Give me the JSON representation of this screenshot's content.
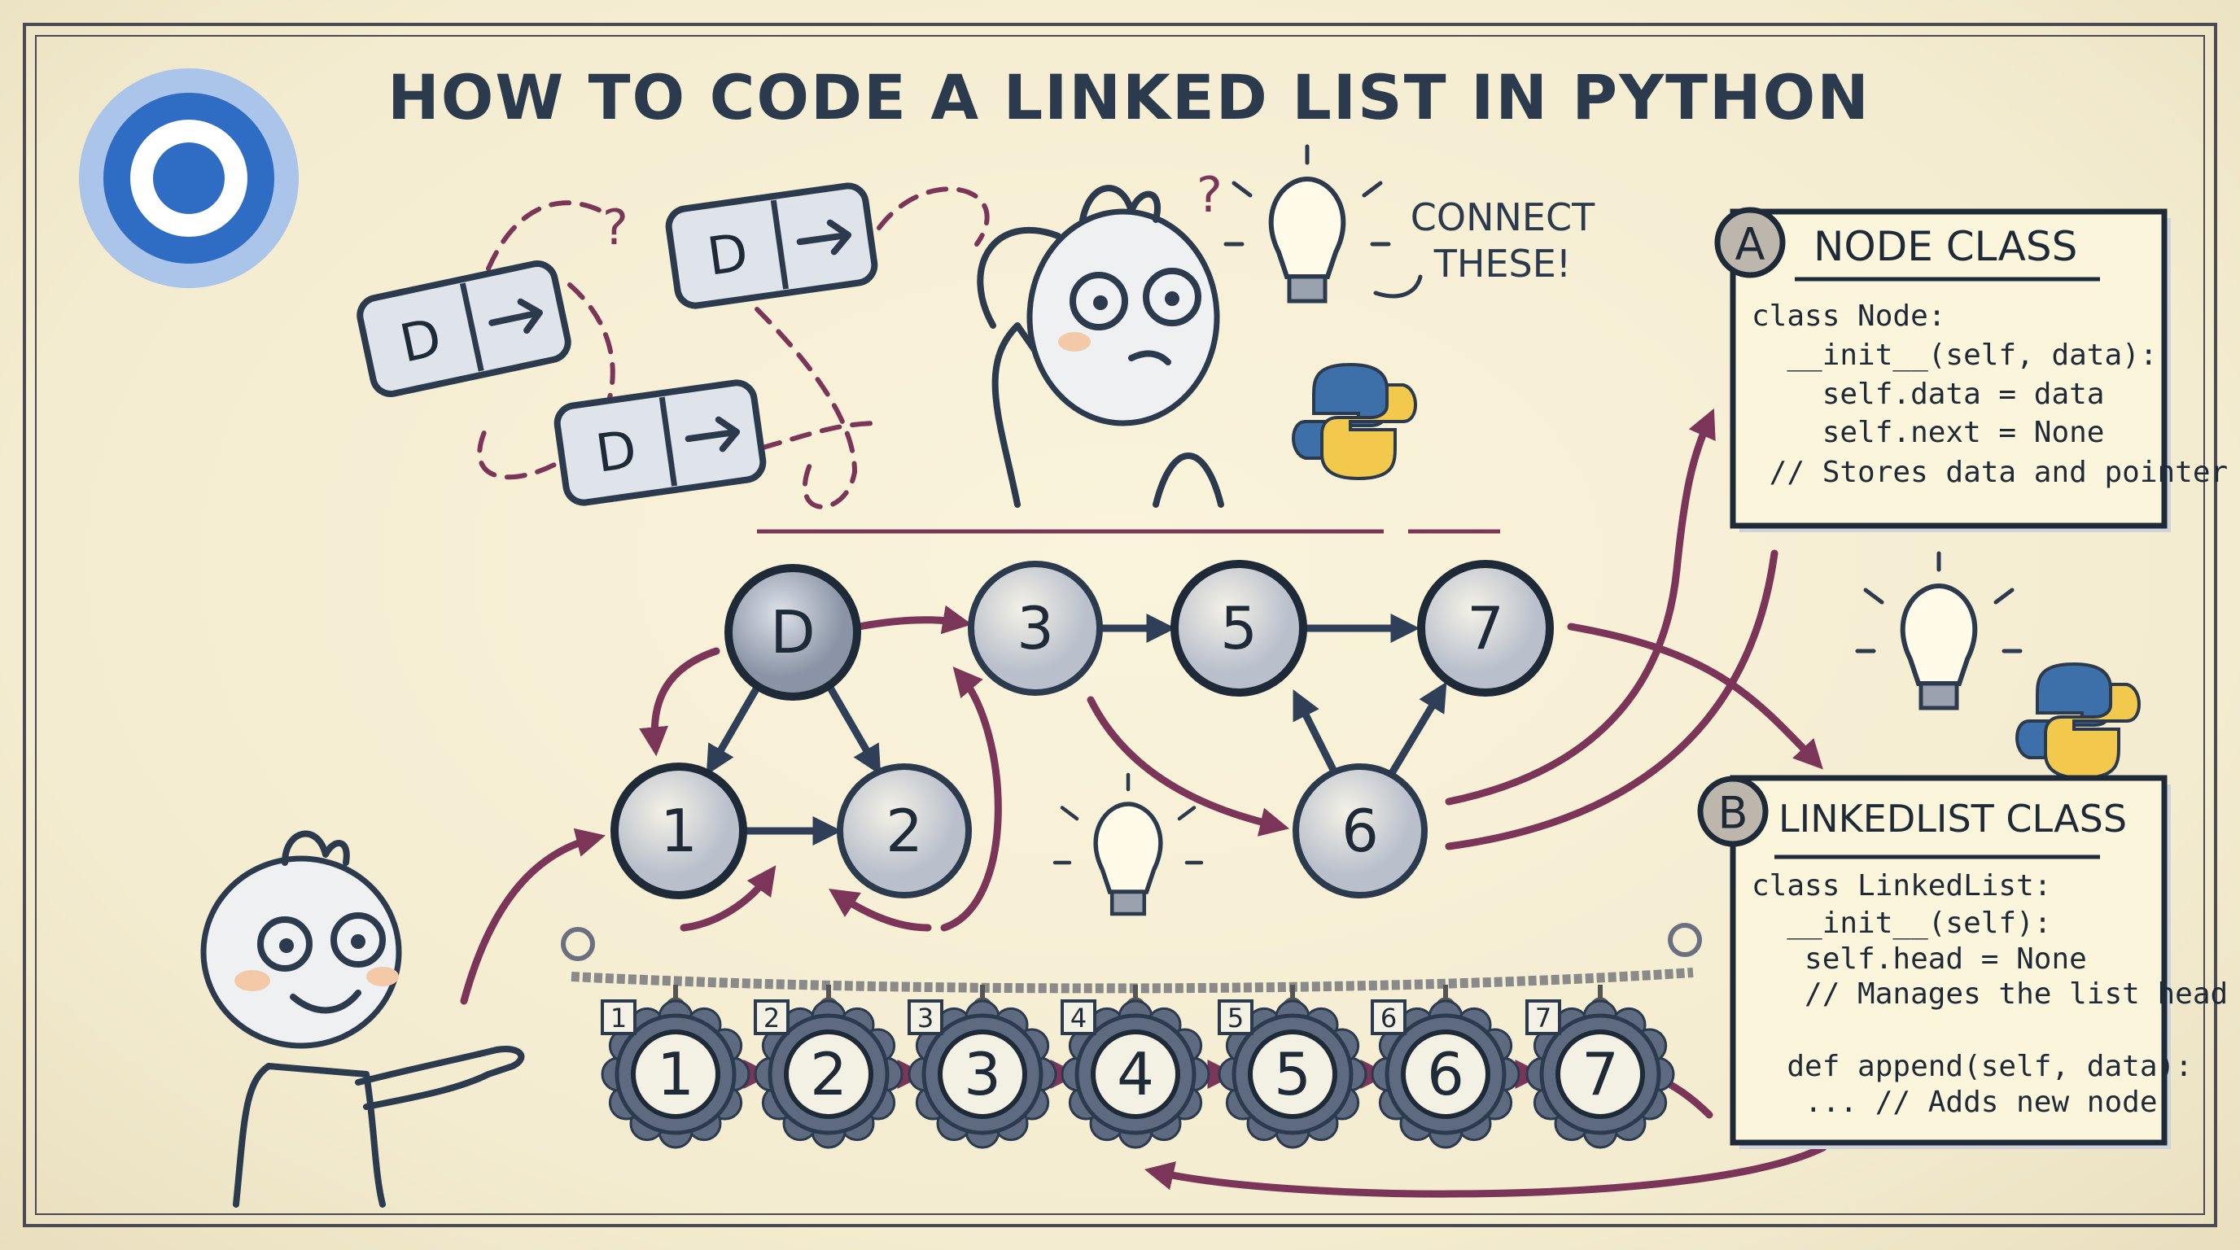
{
  "title": "HOW TO CODE A LINKED LIST IN PYTHON",
  "callout": {
    "line1": "CONNECT",
    "line2": "THESE!"
  },
  "question_marks": [
    "?",
    "?"
  ],
  "scattered_nodes": [
    "D",
    "D",
    "D"
  ],
  "graph_nodes": [
    "D",
    "3",
    "5",
    "7",
    "1",
    "2",
    "6"
  ],
  "chain": {
    "tags": [
      "1",
      "2",
      "3",
      "4",
      "5",
      "6",
      "7"
    ],
    "medallions": [
      "1",
      "2",
      "3",
      "4",
      "5",
      "6",
      "7"
    ]
  },
  "node_class": {
    "badge": "A",
    "heading": "NODE CLASS",
    "code": [
      "class Node:",
      "  __init__(self, data):",
      "    self.data = data",
      "    self.next = None",
      " // Stores data and pointer"
    ]
  },
  "linkedlist_class": {
    "badge": "B",
    "heading": "LINKEDLIST CLASS",
    "code": [
      "class LinkedList:",
      "  __init__(self):",
      "   self.head = None",
      "   // Manages the list head",
      "",
      "  def append(self, data):",
      "   ... // Adds new node"
    ]
  },
  "colors": {
    "ink": "#2c3a4e",
    "arrow": "#7a3558",
    "paper": "#f6efd6",
    "logo_blue": "#2f6cc4",
    "python_blue": "#3d6fa8",
    "python_yellow": "#f2c94c"
  },
  "icons": [
    "target-logo-icon",
    "lightbulb-icon",
    "python-logo-icon"
  ]
}
